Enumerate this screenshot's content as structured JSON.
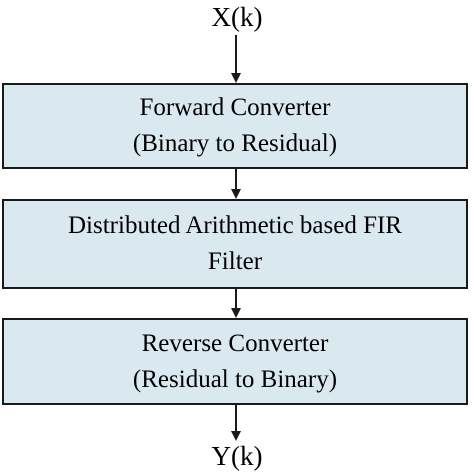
{
  "input_signal": "X(k)",
  "output_signal": "Y(k)",
  "blocks": [
    {
      "line1": "Forward Converter",
      "line2": "(Binary to Residual)"
    },
    {
      "line1": "Distributed Arithmetic based FIR",
      "line2": "Filter"
    },
    {
      "line1": "Reverse Converter",
      "line2": "(Residual to Binary)"
    }
  ],
  "colors": {
    "block_fill": "#dae8f0",
    "stroke": "#1a1a1a"
  }
}
